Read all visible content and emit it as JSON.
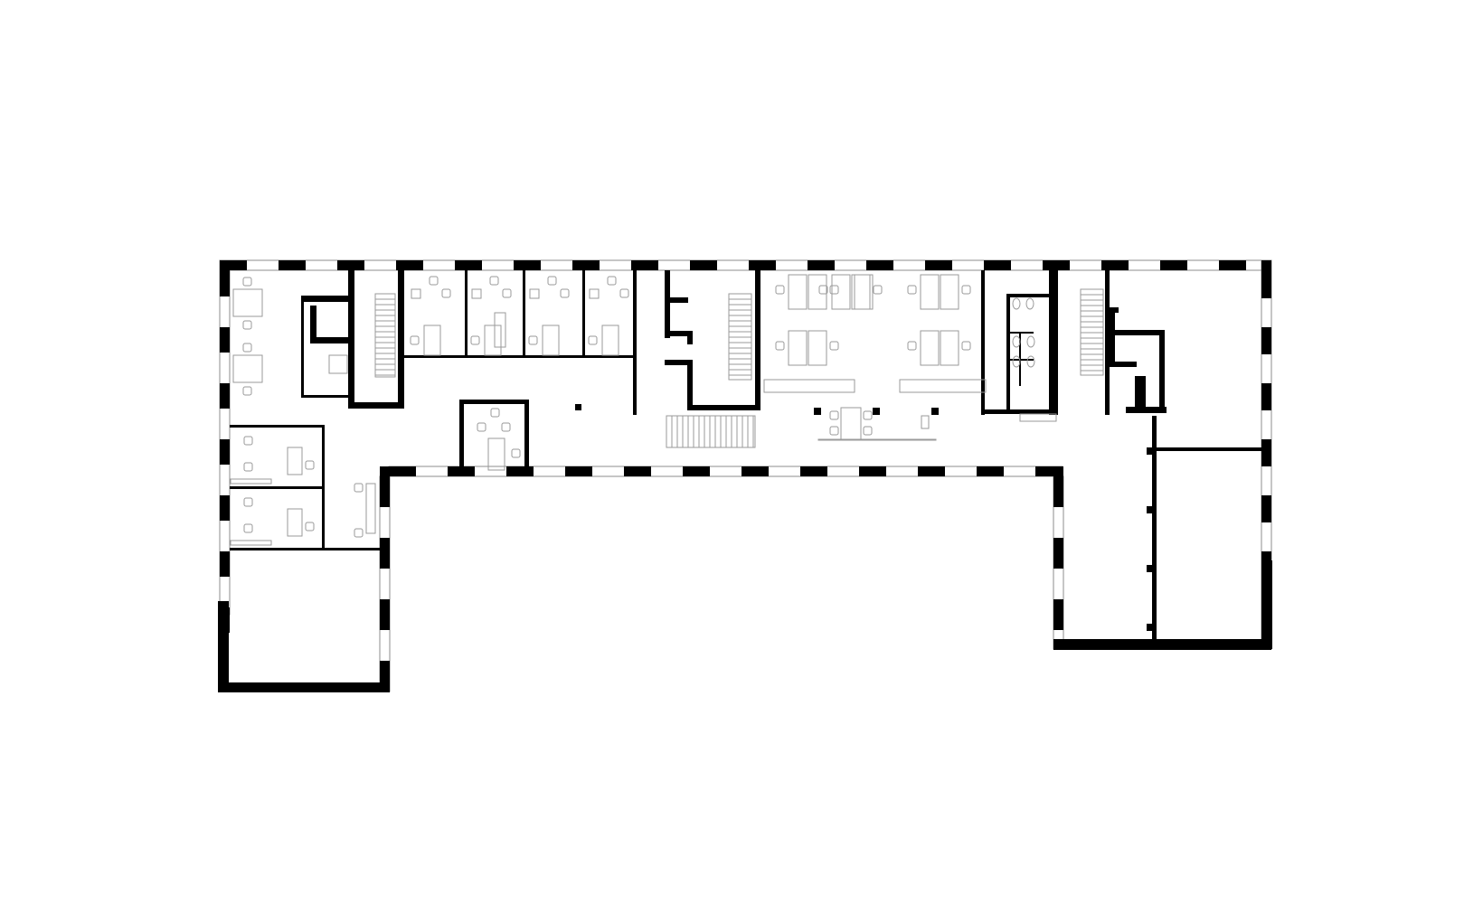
{
  "drawing": {
    "type": "architectural-floor-plan",
    "colors": {
      "wall": "#000000",
      "furniture": "#9a9a9a",
      "window": "#8c8c8c",
      "background": "#ffffff"
    },
    "rooms": [
      {
        "kind": "open-office",
        "desks": 4
      },
      {
        "kind": "single-office",
        "count": 2
      },
      {
        "kind": "storage-room"
      },
      {
        "kind": "stair-core",
        "count": 3
      },
      {
        "kind": "cellular-office",
        "count": 4
      },
      {
        "kind": "meeting-room"
      },
      {
        "kind": "open-plan-workspace",
        "desk_clusters": 8
      },
      {
        "kind": "toilets"
      },
      {
        "kind": "unfitted-space",
        "count": 3
      }
    ]
  }
}
